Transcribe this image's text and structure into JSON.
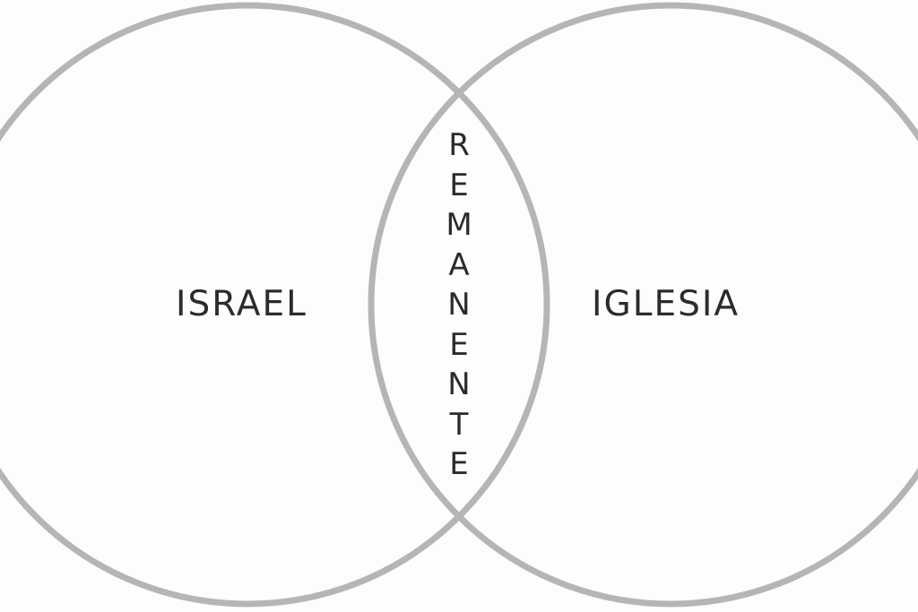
{
  "left_set": {
    "label": "ISRAEL"
  },
  "right_set": {
    "label": "IGLESIA"
  },
  "intersection": {
    "label": "REMANENTE"
  },
  "colors": {
    "circle_stroke": "#b5b5b5",
    "text": "#2b2b2b",
    "background": "#fdfdfd"
  }
}
